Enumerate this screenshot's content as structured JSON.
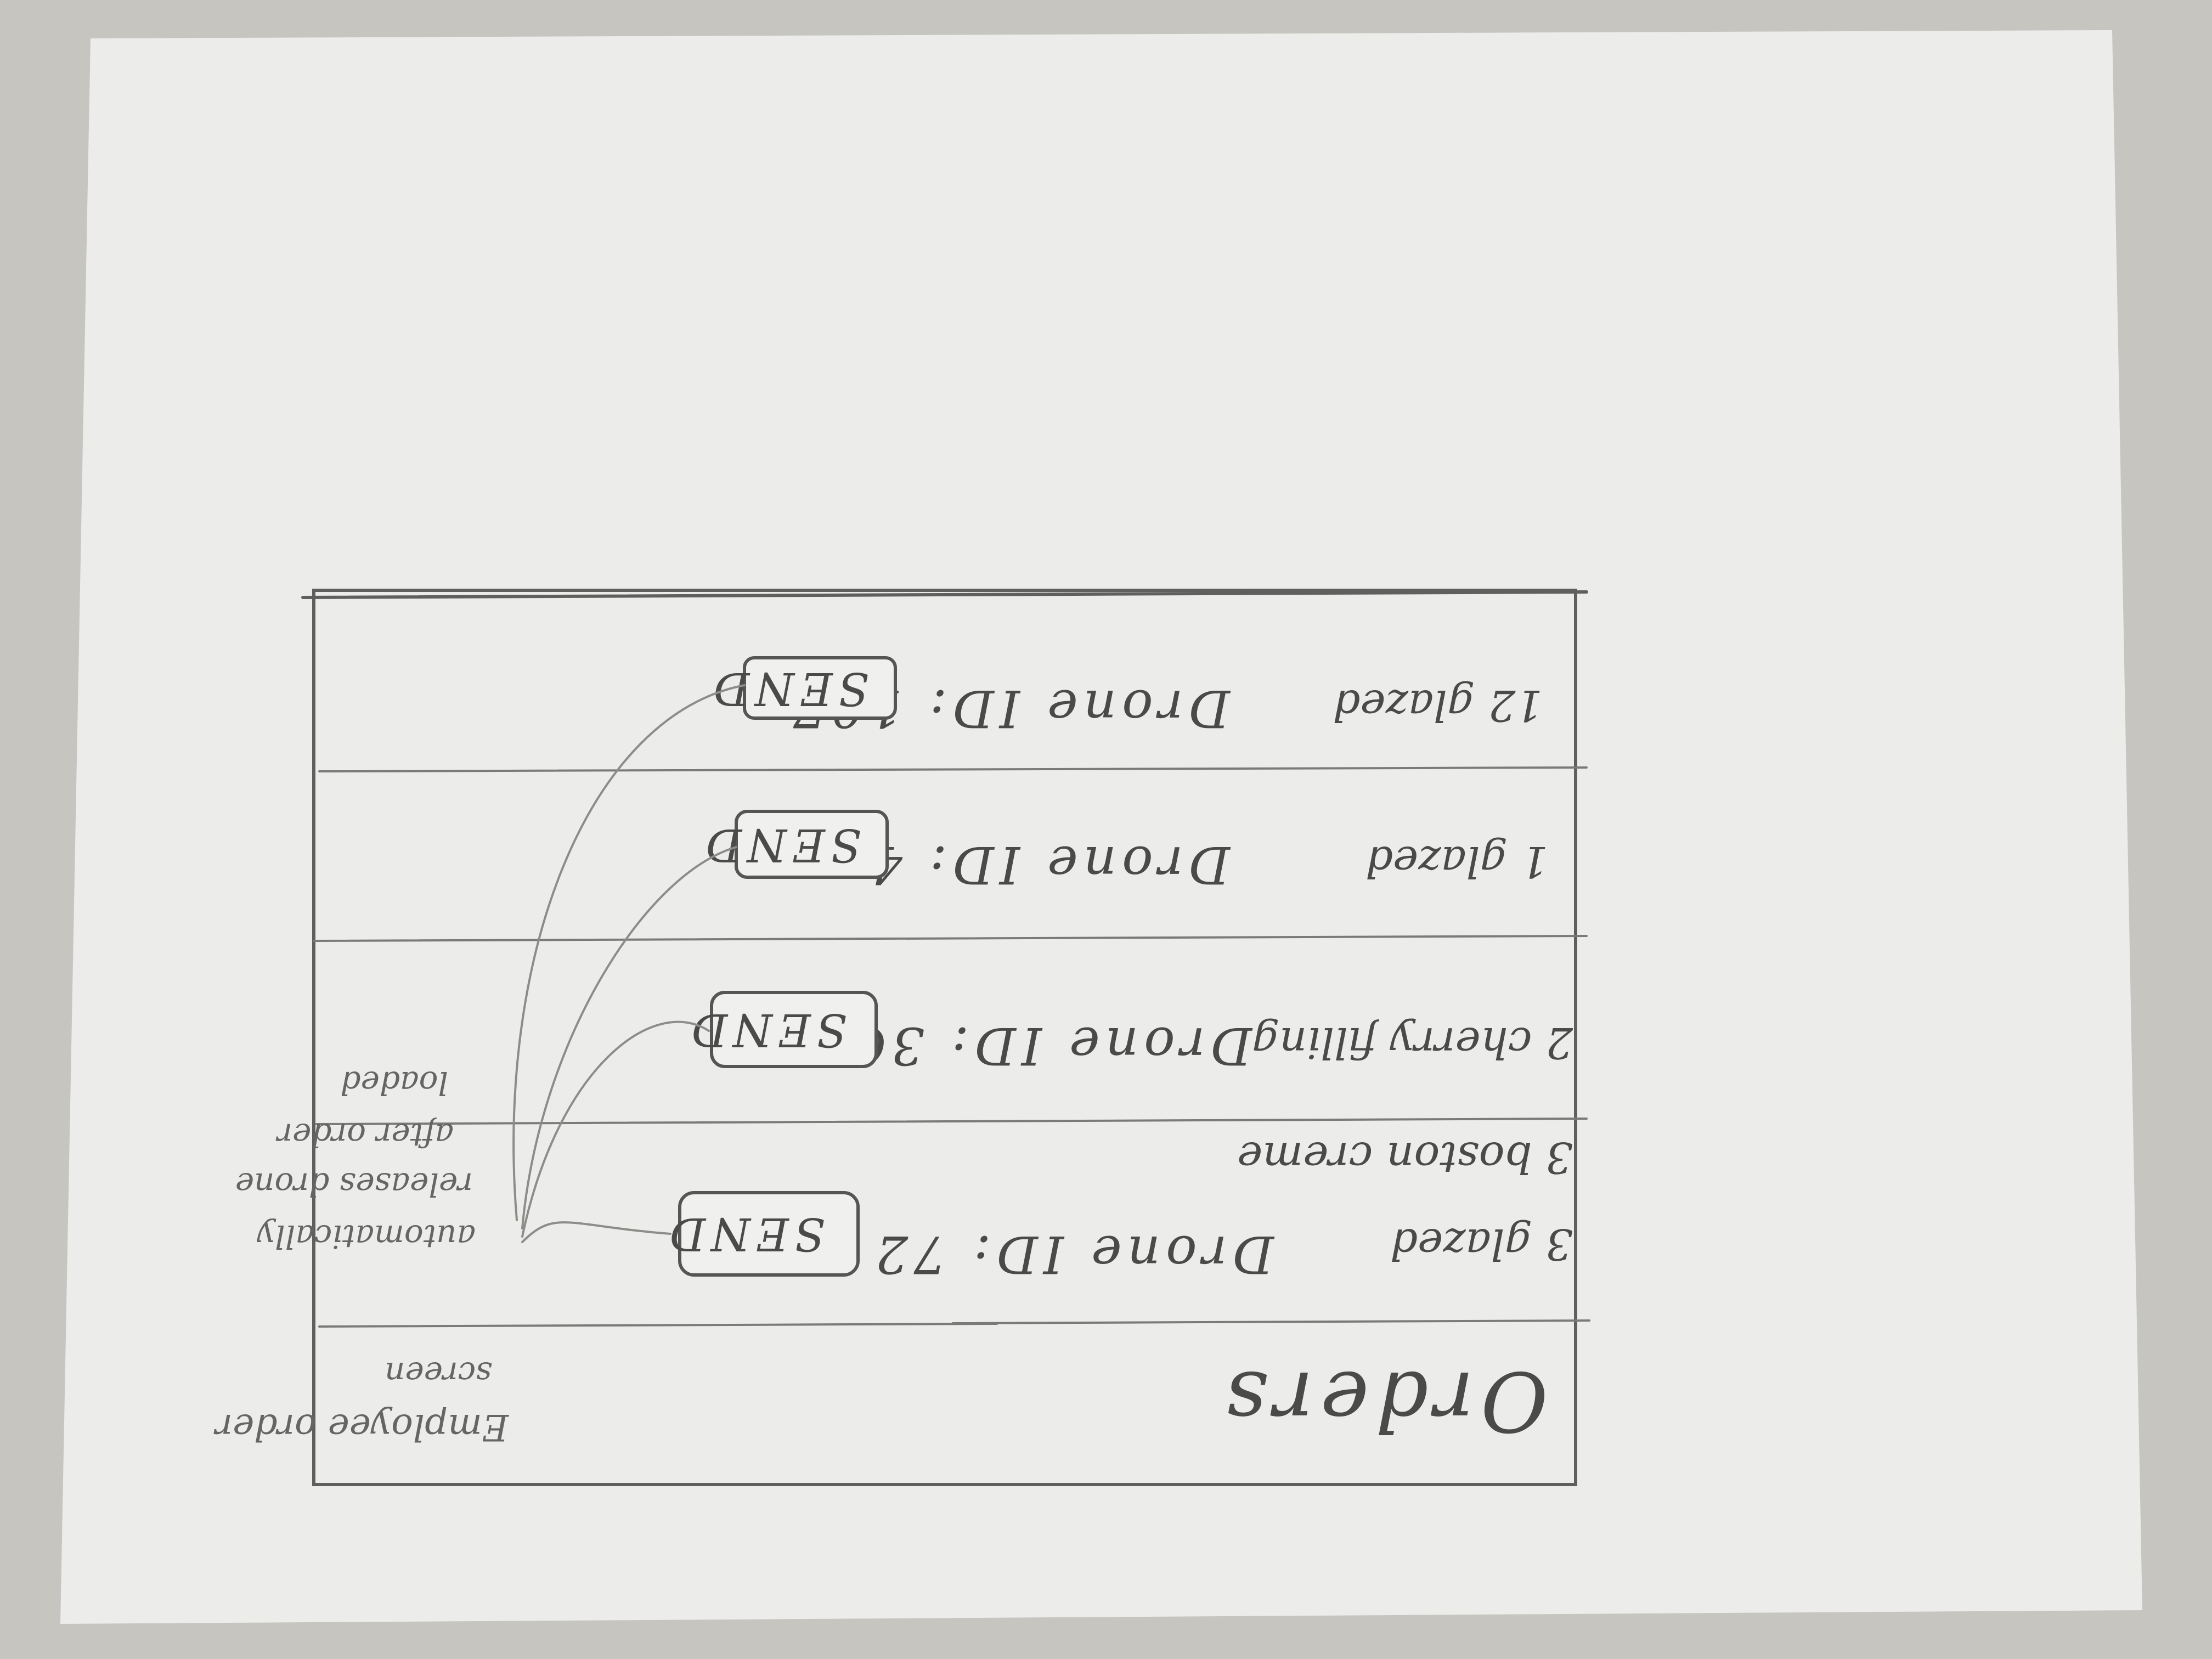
{
  "screen": {
    "title": "Orders",
    "send_label": "SEND"
  },
  "orders": [
    {
      "items": [
        "3 glazed",
        "3 boston creme"
      ],
      "drone_label": "Drone ID: 72"
    },
    {
      "items": [
        "2 cherry filling"
      ],
      "drone_label": "Drone ID: 3C"
    },
    {
      "items": [
        "1 glazed"
      ],
      "drone_label": "Drone ID: 4"
    },
    {
      "items": [
        "12 glazed"
      ],
      "drone_label": "Drone ID: 107"
    }
  ],
  "annotations": {
    "screen_note": [
      "Employee order",
      "screen"
    ],
    "send_note": [
      "automatically",
      "releases drone",
      "after order",
      "loaded"
    ]
  }
}
